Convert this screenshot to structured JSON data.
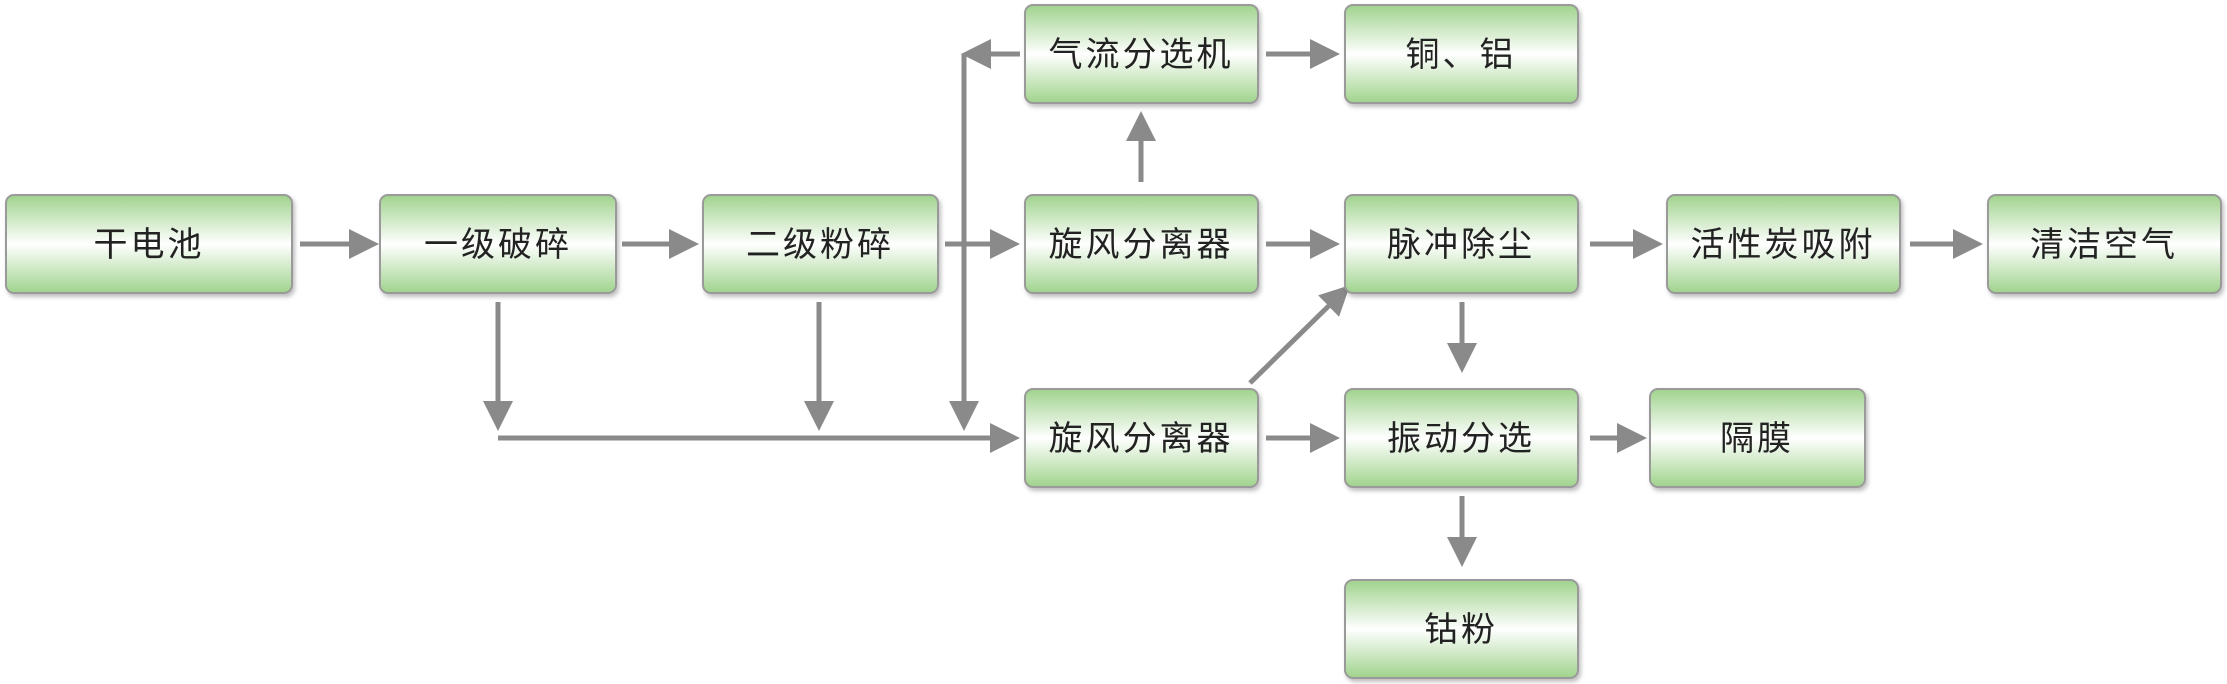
{
  "nodes": {
    "dry_battery": "干电池",
    "primary_crushing": "一级破碎",
    "secondary_grinding": "二级粉碎",
    "cyclone_separator_upper": "旋风分离器",
    "cyclone_separator_lower": "旋风分离器",
    "air_classifier": "气流分选机",
    "copper_aluminum": "铜、铝",
    "pulse_dust_removal": "脉冲除尘",
    "activated_carbon_adsorption": "活性炭吸附",
    "clean_air": "清洁空气",
    "vibration_sorting": "振动分选",
    "separator_film": "隔膜",
    "cobalt_powder": "钴粉"
  },
  "colors": {
    "box_fill_light": "#ffffff",
    "box_fill_green": "#9fd38c",
    "box_stroke": "#9a9a9a",
    "arrow": "#8a8a8a",
    "text": "#222222"
  }
}
